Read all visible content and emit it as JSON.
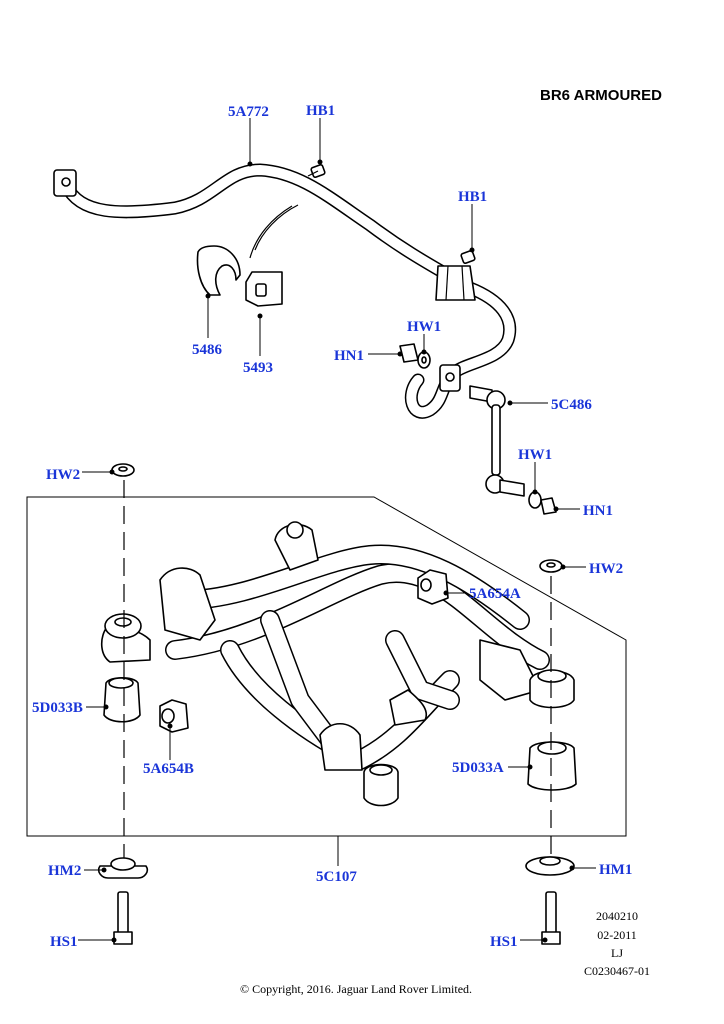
{
  "title": "BR6 ARMOURED",
  "callouts": {
    "stabilizer_bar": "5A772",
    "hb1_top": "HB1",
    "hb1_right": "HB1",
    "bracket": "5486",
    "bushing": "5493",
    "hw1_top": "HW1",
    "hn1_top": "HN1",
    "link": "5C486",
    "hw1_right": "HW1",
    "hn1_right": "HN1",
    "hw2_left": "HW2",
    "hw2_right": "HW2",
    "bush_5a654a": "5A654A",
    "bush_5d033b": "5D033B",
    "bush_5a654b": "5A654B",
    "bush_5d033a": "5D033A",
    "crossmember": "5C107",
    "hm2": "HM2",
    "hm1": "HM1",
    "hs1_left": "HS1",
    "hs1_right": "HS1"
  },
  "meta_lines": [
    "2040210",
    "02-2011",
    "LJ",
    "C0230467-01"
  ],
  "copyright": "© Copyright, 2016. Jaguar Land Rover Limited."
}
